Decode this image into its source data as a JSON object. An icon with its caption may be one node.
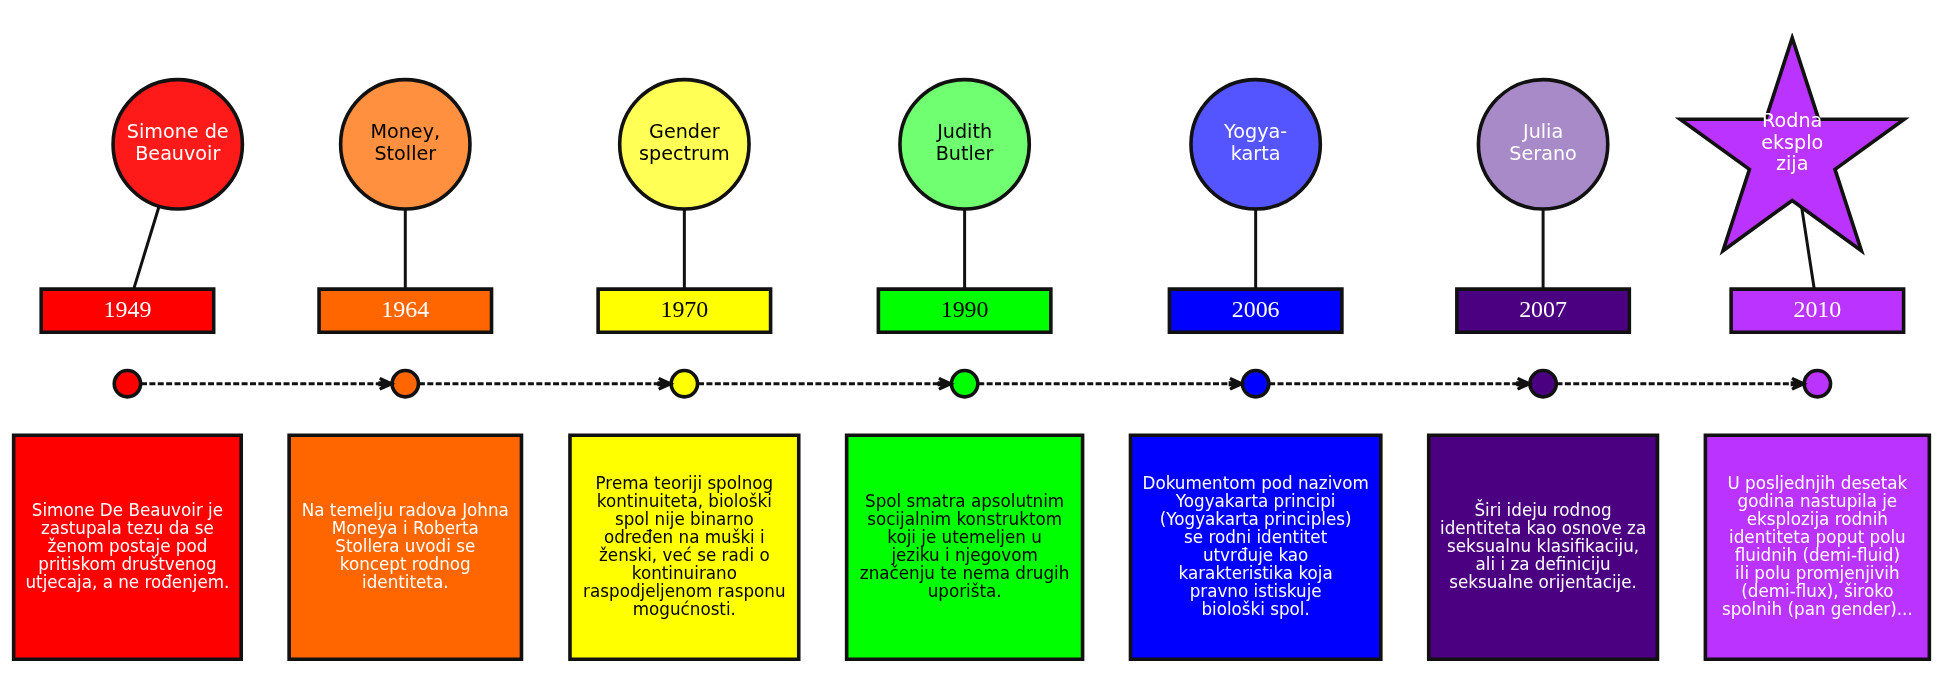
{
  "diagram": {
    "nodes": [
      {
        "text": [
          "Simone de Beauvoir"
        ]
      },
      {
        "text": [
          "Money, Stoller"
        ]
      },
      {
        "text": [
          "Gender spectrum"
        ]
      },
      {
        "text": [
          "Judith Butler"
        ]
      },
      {
        "text": [
          "Yogya-karta"
        ]
      },
      {
        "text": [
          "Julia Serano"
        ]
      },
      {
        "text": [
          "Rodna eksplo zija"
        ]
      },
      {
        "text": [
          "1949"
        ]
      },
      {
        "text": [
          "1964"
        ]
      },
      {
        "text": [
          "1970"
        ]
      },
      {
        "text": [
          "1990"
        ]
      },
      {
        "text": [
          "2006"
        ]
      },
      {
        "text": [
          "2007"
        ]
      },
      {
        "text": [
          "2010"
        ]
      },
      {
        "text": [],
        "shape": "circle"
      },
      {
        "text": [],
        "shape": "circle"
      },
      {
        "text": [],
        "shape": "circle"
      },
      {
        "text": [],
        "shape": "circle"
      },
      {
        "text": [],
        "shape": "circle"
      },
      {
        "text": [],
        "shape": "circle"
      },
      {
        "text": [],
        "shape": "circle"
      },
      {
        "text": [
          "Simone De Beauvoir je zastupala tezu da se ženom postaje pod pritiskom društvenog utjecaja, a ne rođenjem."
        ]
      },
      {
        "text": [
          "Na temelju radova Johna Moneya i Roberta Stollera uvodi se koncept rodnog identiteta."
        ]
      },
      {
        "text": [
          "Prema teoriji spolnog kontinuiteta, biološki spol nije binarno određen na muški i ženski, već se radi o kontinuirano raspodjeljenom rasponu mogućnosti."
        ]
      },
      {
        "text": [
          "Spol smatra apsolutnim socijalnim konstruktom koji je utemeljen u jeziku i njegovom značenju te nema drugih uporišta."
        ]
      },
      {
        "text": [
          "Dokumentom pod nazivom Yogyakarta principi (Yogyakarta principles) se rodni identitet utvrđuje kao karakteristika koja pravno istiskuje biološki spol."
        ]
      },
      {
        "text": [
          "Širi ideju rodnog identiteta kao osnove za seksualnu klasifikaciju, ali i za definiciju seksualne orijentacije."
        ]
      },
      {
        "text": [
          "U posljednjih desetak godina nastupila je eksplozija rodnih identiteta poput polu fluidnih (demi-fluid) ili polu promjenjivih (demi-flux), široko spolnih (pan gender)..."
        ]
      }
    ],
    "edges": [
      {
        "from": 0,
        "to": 7,
        "arrow": "none"
      },
      {
        "from": 1,
        "to": 8,
        "arrow": "none"
      },
      {
        "from": 2,
        "to": 9,
        "arrow": "none"
      },
      {
        "from": 3,
        "to": 10,
        "arrow": "none"
      },
      {
        "from": 4,
        "to": 11,
        "arrow": "none"
      },
      {
        "from": 5,
        "to": 12,
        "arrow": "none"
      },
      {
        "from": 6,
        "to": 13,
        "arrow": "none"
      },
      {
        "from": 14,
        "to": 15,
        "arrow": "to",
        "style": "dashed"
      },
      {
        "from": 15,
        "to": 16,
        "arrow": "to",
        "style": "dashed"
      },
      {
        "from": 16,
        "to": 17,
        "arrow": "to",
        "style": "dashed"
      },
      {
        "from": 17,
        "to": 18,
        "arrow": "to",
        "style": "dashed"
      },
      {
        "from": 18,
        "to": 19,
        "arrow": "to",
        "style": "dashed"
      },
      {
        "from": 19,
        "to": 20,
        "arrow": "to",
        "style": "dashed"
      }
    ]
  }
}
